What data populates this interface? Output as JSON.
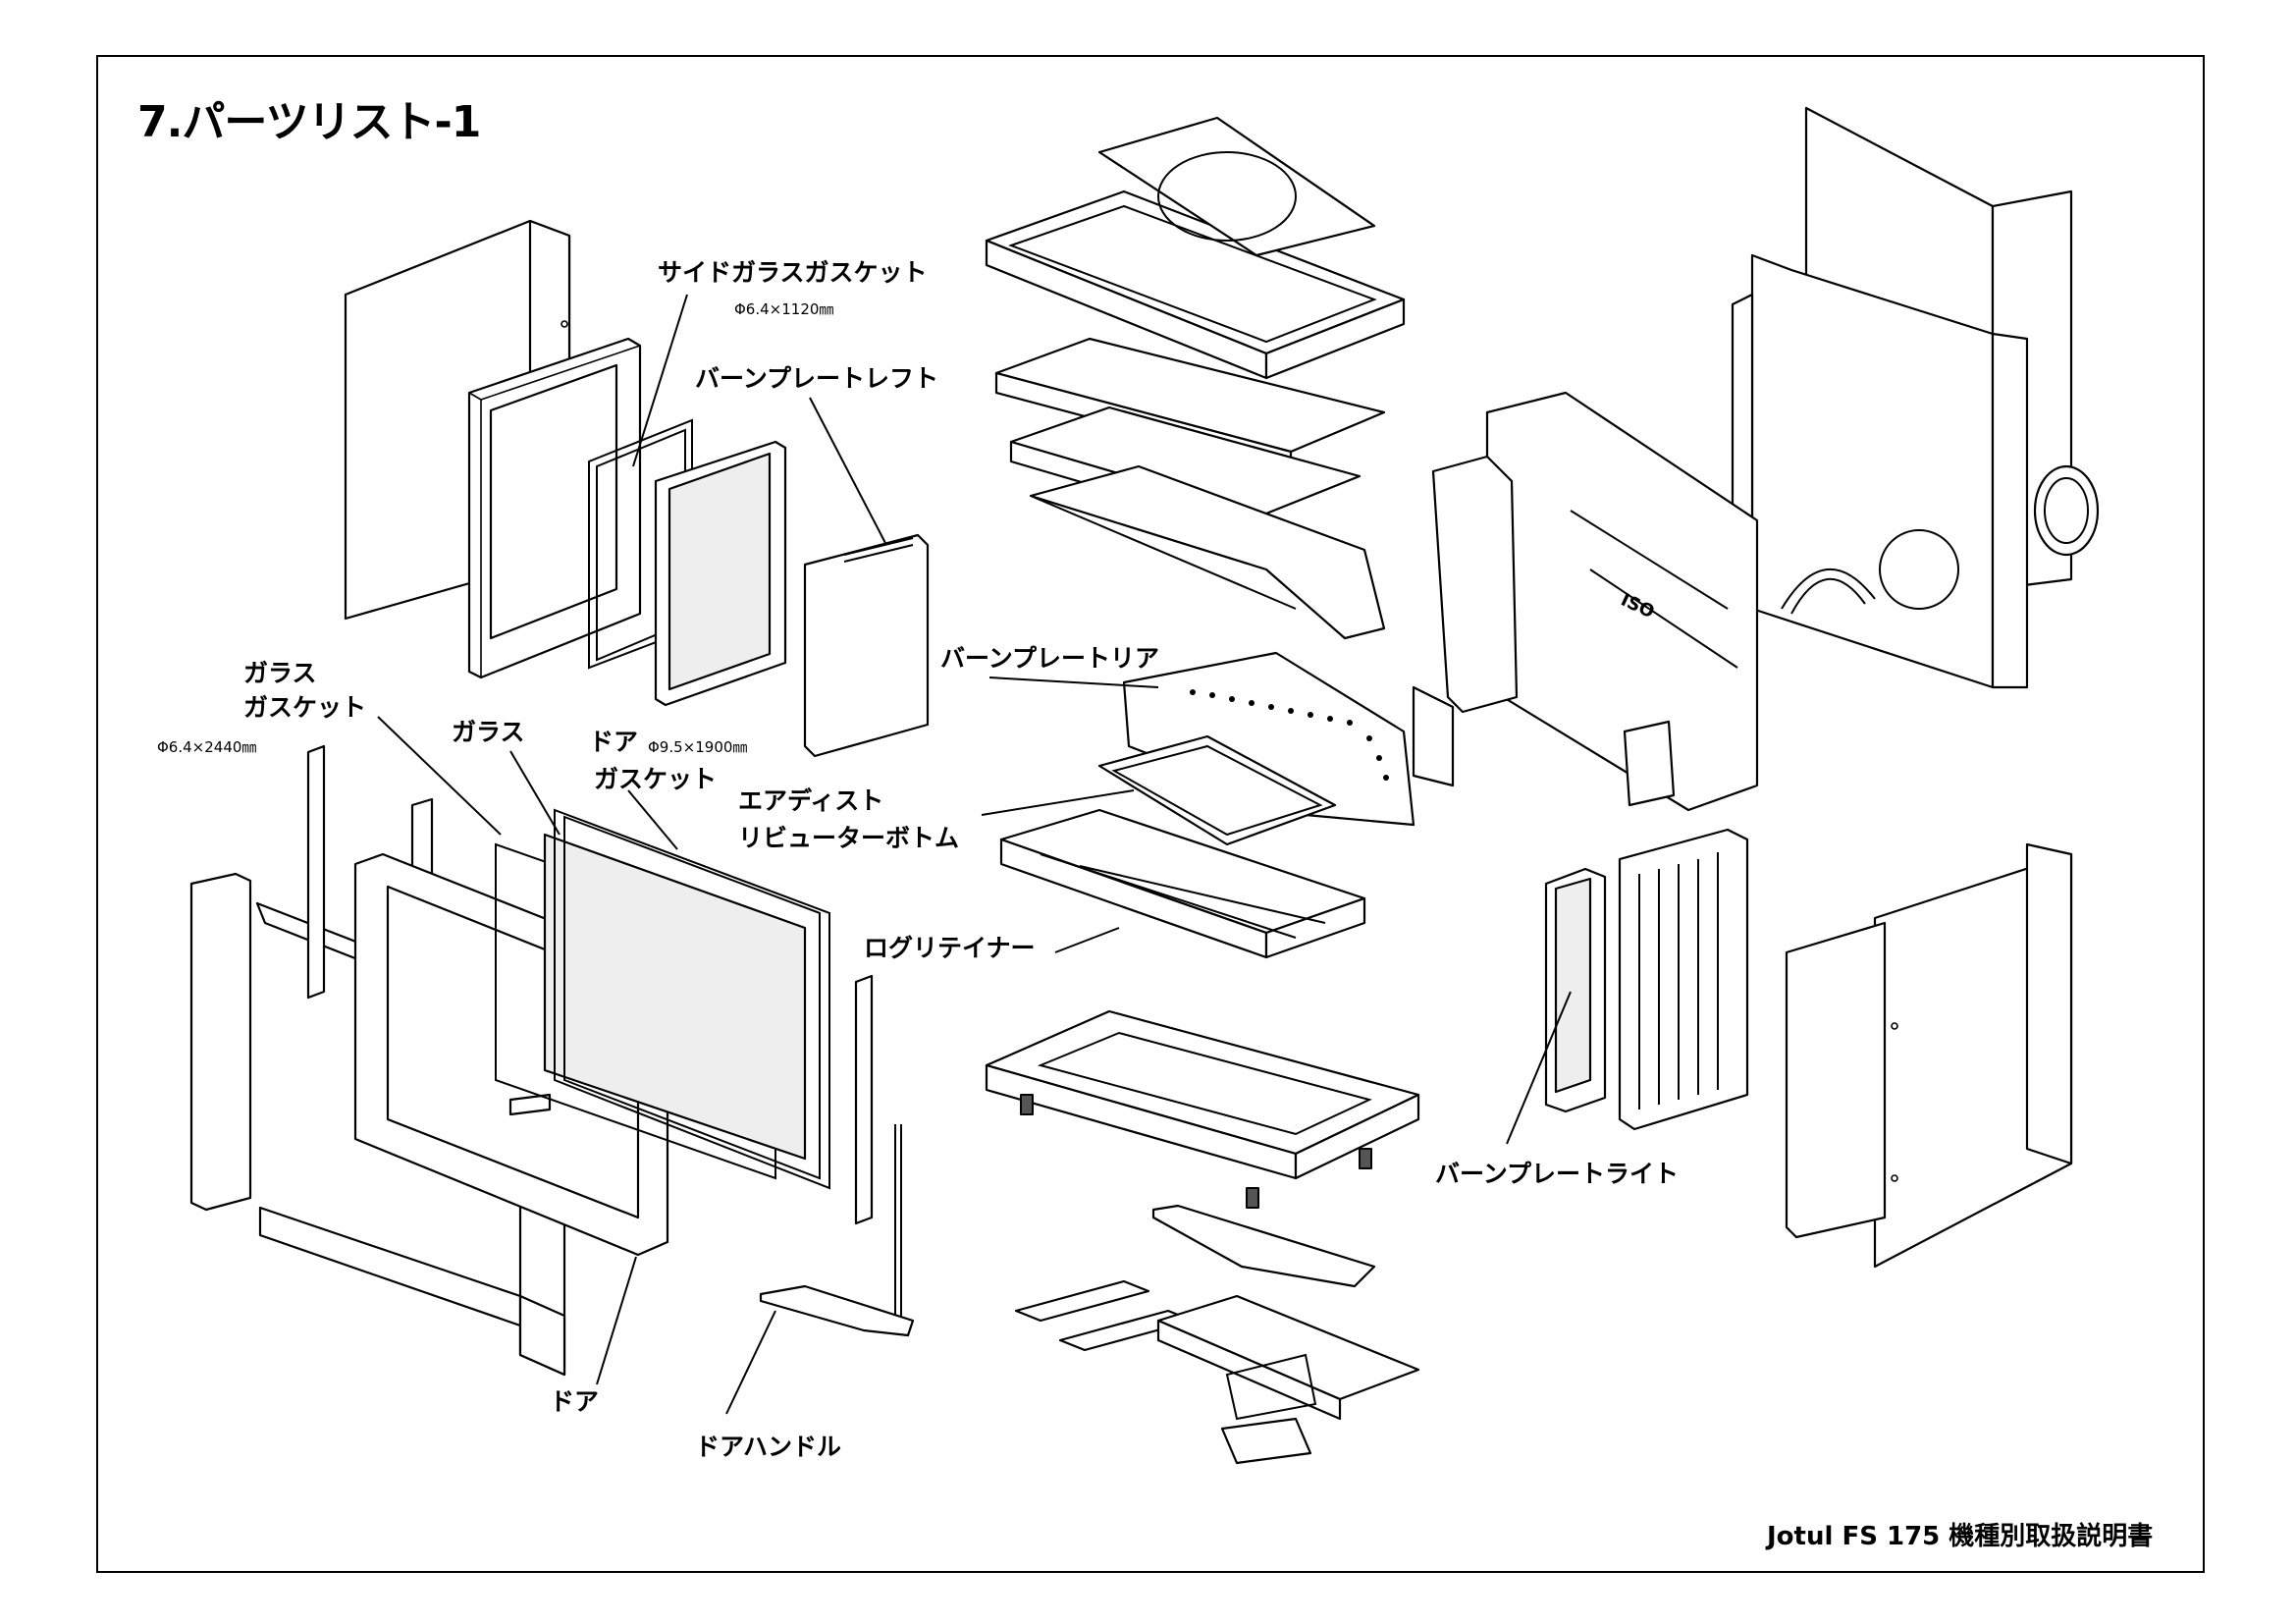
{
  "title": "7.パーツリスト-1",
  "footer": "Jotul FS 175 機種別取扱説明書",
  "labels": {
    "side_glass_gasket": "サイドガラスガスケット",
    "side_glass_gasket_dim": "Φ6.4×1120㎜",
    "burn_plate_left": "バーンプレートレフト",
    "glass_gasket_line1": "ガラス",
    "glass_gasket_line2": "ガスケット",
    "glass_gasket_dim": "Φ6.4×2440㎜",
    "glass": "ガラス",
    "door_gasket_line1": "ドア",
    "door_gasket_dim": "Φ9.5×1900㎜",
    "door_gasket_line2": "ガスケット",
    "burn_plate_rear": "バーンプレートリア",
    "air_dist_line1": "エアディスト",
    "air_dist_line2": "リビューターボトム",
    "log_retainer": "ログリテイナー",
    "burn_plate_right": "バーンプレートライト",
    "door": "ドア",
    "door_handle": "ドアハンドル"
  }
}
